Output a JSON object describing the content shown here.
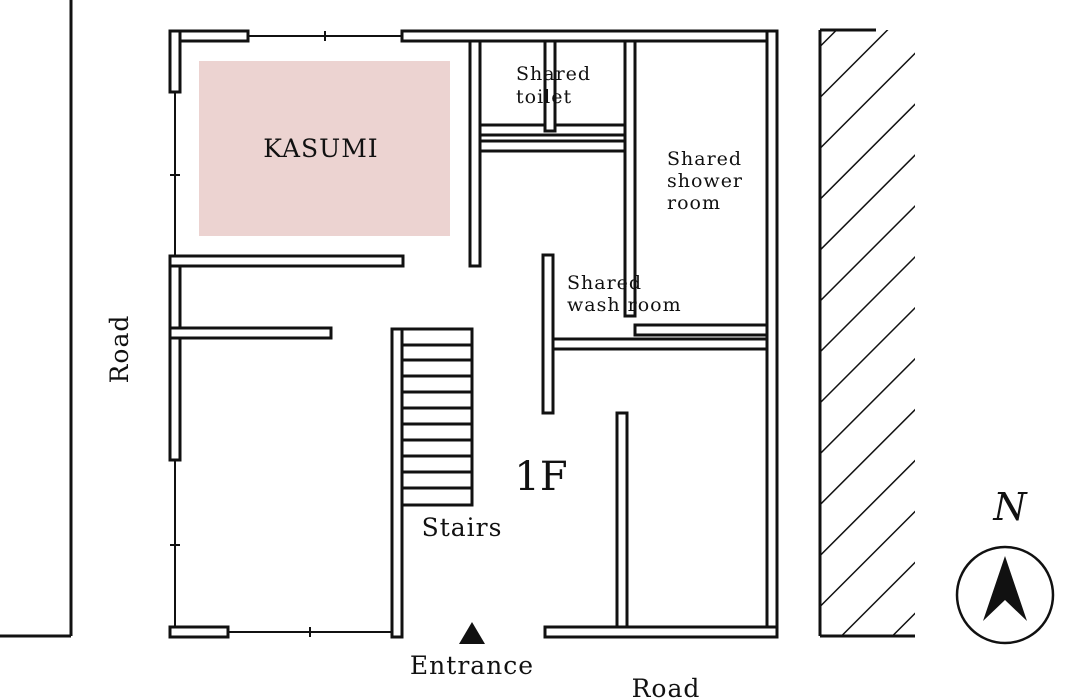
{
  "floor_label": "1F",
  "rooms": {
    "kasumi": {
      "label": "KASUMI",
      "highlight_color": "#ecd3d1"
    },
    "shared_toilet": {
      "label_lines": [
        "Shared",
        "toilet"
      ]
    },
    "shared_shower_room": {
      "label_lines": [
        "Shared",
        "shower",
        "room"
      ]
    },
    "shared_wash_room": {
      "label_lines": [
        "Shared",
        "wash room"
      ]
    }
  },
  "stairs": {
    "label": "Stairs"
  },
  "entrance": {
    "label": "Entrance"
  },
  "roads": {
    "west_label": "Road",
    "south_label": "Road"
  },
  "compass": {
    "label": "N",
    "icon": "north-arrow-icon"
  },
  "colors": {
    "line": "#111111",
    "background": "#ffffff",
    "highlight": "#ecd3d1"
  }
}
